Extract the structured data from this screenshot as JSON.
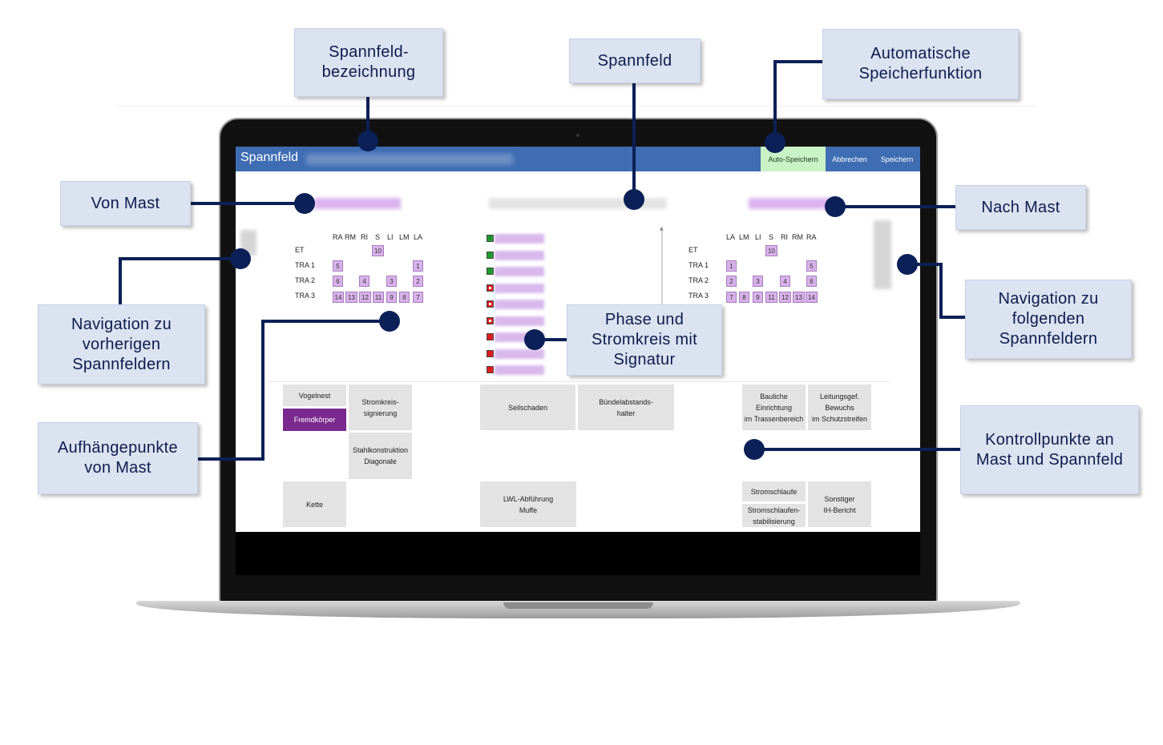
{
  "callouts": {
    "spannfeld_bezeichnung": "Spannfeld-\nbezeichnung",
    "spannfeld": "Spannfeld",
    "auto_speicher": "Automatische\nSpeicherfunktion",
    "von_mast": "Von Mast",
    "nach_mast": "Nach Mast",
    "nav_prev": "Navigation zu\nvorherigen\nSpannfeldern",
    "nav_next": "Navigation zu\nfolgenden\nSpannfeldern",
    "phase": "Phase und\nStromkreis mit\nSignatur",
    "aufhaenge": "Aufhängepunkte\nvon Mast",
    "kontroll": "Kontrollpunkte  an\nMast und Spannfeld"
  },
  "app": {
    "title": "Spannfeld",
    "auto_save": "Auto-Speichern",
    "cancel": "Abbrechen",
    "save": "Speichern"
  },
  "left_grid": {
    "headers": [
      "RA",
      "RM",
      "RI",
      "S",
      "LI",
      "LM",
      "LA"
    ],
    "rows": [
      "ET",
      "TRA 1",
      "TRA 2",
      "TRA 3"
    ],
    "cells": [
      "10",
      "5",
      "1",
      "6",
      "4",
      "3",
      "2",
      "14",
      "13",
      "12",
      "11",
      "9",
      "8",
      "7"
    ]
  },
  "right_grid": {
    "headers": [
      "LA",
      "LM",
      "LI",
      "S",
      "RI",
      "RM",
      "RA"
    ],
    "rows": [
      "ET",
      "TRA 1",
      "TRA 2",
      "TRA 3"
    ],
    "cells": [
      "10",
      "1",
      "5",
      "2",
      "3",
      "4",
      "6",
      "7",
      "8",
      "9",
      "11",
      "12",
      "13",
      "14"
    ]
  },
  "phases": {
    "status": [
      "green",
      "green",
      "green",
      "red-dot",
      "red-dot",
      "red-dot",
      "red",
      "red",
      "red"
    ],
    "colors": {
      "green": "#1a9a2a",
      "red": "#e01b1b"
    }
  },
  "tiles": {
    "vogelnest": "Vogelnest",
    "fremdkoerper": "Fremdkörper",
    "stromkreis": "Stromkreis-\nsignierung",
    "stahl": "Stahlkonstruktion\nDiagonale",
    "kette": "Kette",
    "seilschaden": "Seilschaden",
    "buendel": "Bündelabstands-\nhalter",
    "lwl": "LWL-Abführung\nMuffe",
    "bauliche": "Bauliche\nEinrichtung\nim Trassenbereich",
    "leitung": "Leitungsgef.\nBewuchs\nim Schutzstreifen",
    "stromschlaufe": "Stromschlaufe",
    "stromschlaufen_stab": "Stromschlaufen-\nstabilisierung",
    "sonstiger": "Sonstiger\nIH-Bericht"
  },
  "colors": {
    "accent_blue": "#3f6db3",
    "callout_bg": "#dbe3f1",
    "callout_line": "#0b2057",
    "fremdkoerper": "#7a2a8f",
    "auto_save_bg": "#c9f2c6"
  }
}
